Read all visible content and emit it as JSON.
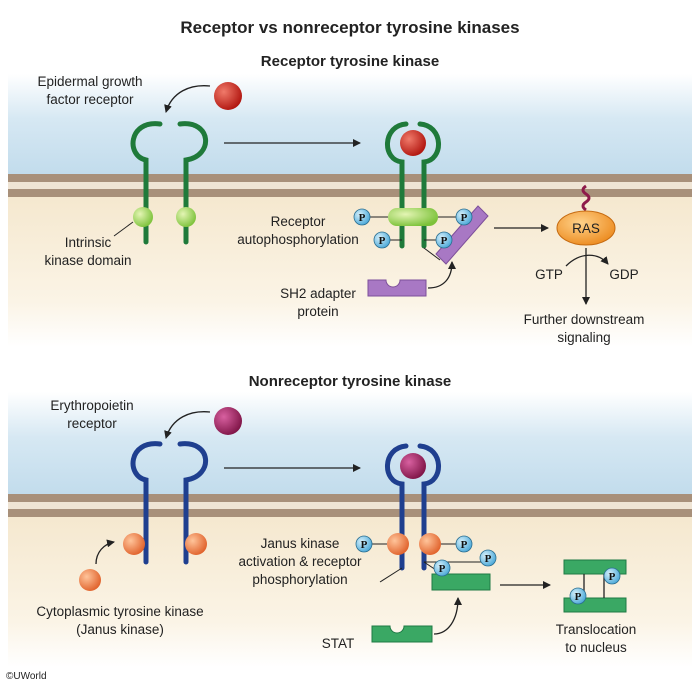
{
  "title": "Receptor vs nonreceptor tyrosine kinases",
  "receptor_panel": {
    "heading": "Receptor tyrosine kinase",
    "egfr_label_1": "Epidermal growth",
    "egfr_label_2": "factor receptor",
    "kinase_label_1": "Intrinsic",
    "kinase_label_2": "kinase domain",
    "autophos_label_1": "Receptor",
    "autophos_label_2": "autophosphorylation",
    "sh2_label_1": "SH2 adapter",
    "sh2_label_2": "protein",
    "ras_label": "RAS",
    "gtp_label": "GTP",
    "gdp_label": "GDP",
    "downstream_label_1": "Further downstream",
    "downstream_label_2": "signaling",
    "phospho_symbol": "P"
  },
  "nonreceptor_panel": {
    "heading": "Nonreceptor tyrosine kinase",
    "epo_label_1": "Erythropoietin",
    "epo_label_2": "receptor",
    "jak_activation_1": "Janus kinase",
    "jak_activation_2": "activation & receptor",
    "jak_activation_3": "phosphorylation",
    "cyto_label_1": "Cytoplasmic tyrosine kinase",
    "cyto_label_2": "(Janus kinase)",
    "stat_label": "STAT",
    "translocation_1": "Translocation",
    "translocation_2": "to nucleus",
    "phospho_symbol": "P"
  },
  "copyright": "©UWorld",
  "colors": {
    "egfr_receptor": "#1f7a3a",
    "epo_receptor": "#1f3f8f",
    "egf_ligand": "#c0221b",
    "epo_ligand": "#9b1d55",
    "kinase_domain": "#8fcf4a",
    "janus_kinase": "#e8733a",
    "phosphate": "#6cc4ea",
    "sh2_adapter": "#a878c4",
    "ras": "#f09a2a",
    "stat": "#3aa864",
    "membrane": "#a8907a"
  }
}
